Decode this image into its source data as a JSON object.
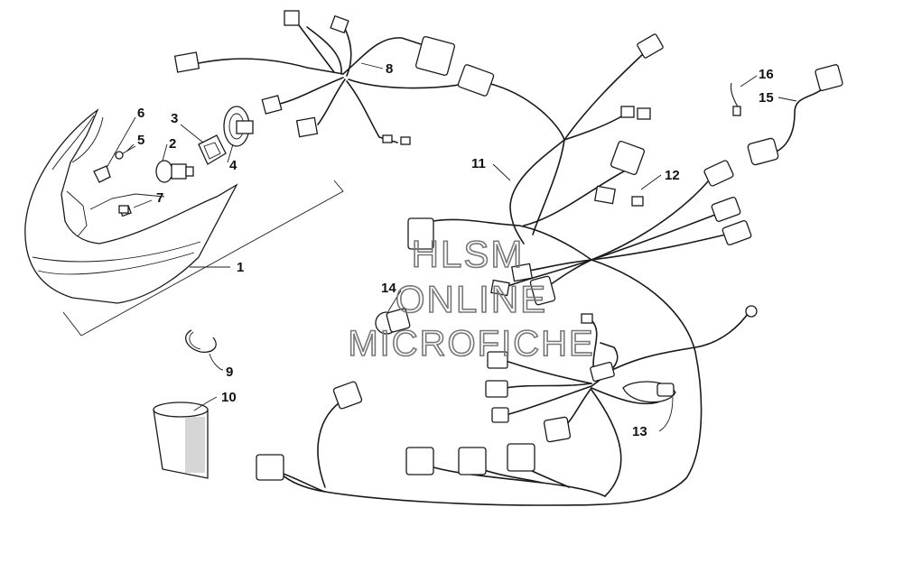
{
  "watermark": {
    "line1": "HLSM",
    "line2": "ONLINE",
    "line3": "MICROFICHE"
  },
  "callouts": [
    {
      "id": "1",
      "label": "1"
    },
    {
      "id": "2",
      "label": "2"
    },
    {
      "id": "3",
      "label": "3"
    },
    {
      "id": "4",
      "label": "4"
    },
    {
      "id": "5",
      "label": "5"
    },
    {
      "id": "6",
      "label": "6"
    },
    {
      "id": "7",
      "label": "7"
    },
    {
      "id": "8",
      "label": "8"
    },
    {
      "id": "9",
      "label": "9"
    },
    {
      "id": "10",
      "label": "10"
    },
    {
      "id": "11",
      "label": "11"
    },
    {
      "id": "12",
      "label": "12"
    },
    {
      "id": "13",
      "label": "13"
    },
    {
      "id": "14",
      "label": "14"
    },
    {
      "id": "15",
      "label": "15"
    },
    {
      "id": "16",
      "label": "16"
    }
  ]
}
